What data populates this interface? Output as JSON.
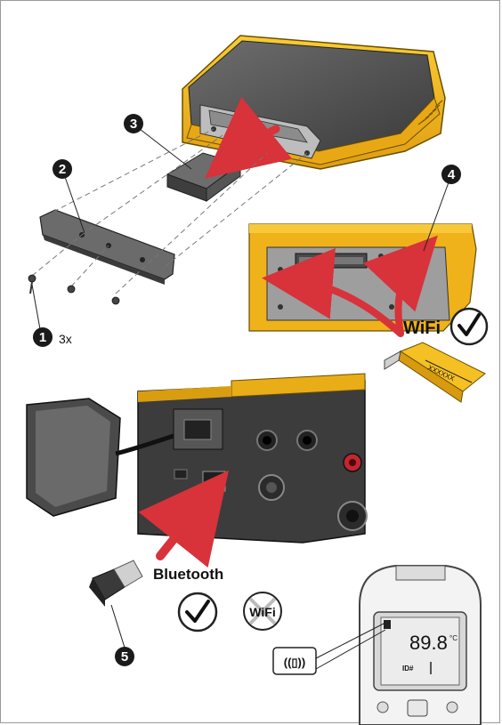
{
  "callouts": [
    "1",
    "2",
    "3",
    "4",
    "5"
  ],
  "qty": "3x",
  "wifi_label": "WiFi",
  "bluetooth_label": "Bluetooth",
  "wifi_crossed_label": "WiFi",
  "dongle_text": "XXXXXX",
  "meter": {
    "reading": "89.8",
    "unit": "°C",
    "mode": "ID#",
    "signal": "((▯))"
  },
  "colors": {
    "housing_yellow": "#f2b81c",
    "panel_gray": "#7b7b7b",
    "arrow_red": "#d8323a",
    "dark": "#2a2a2a"
  }
}
